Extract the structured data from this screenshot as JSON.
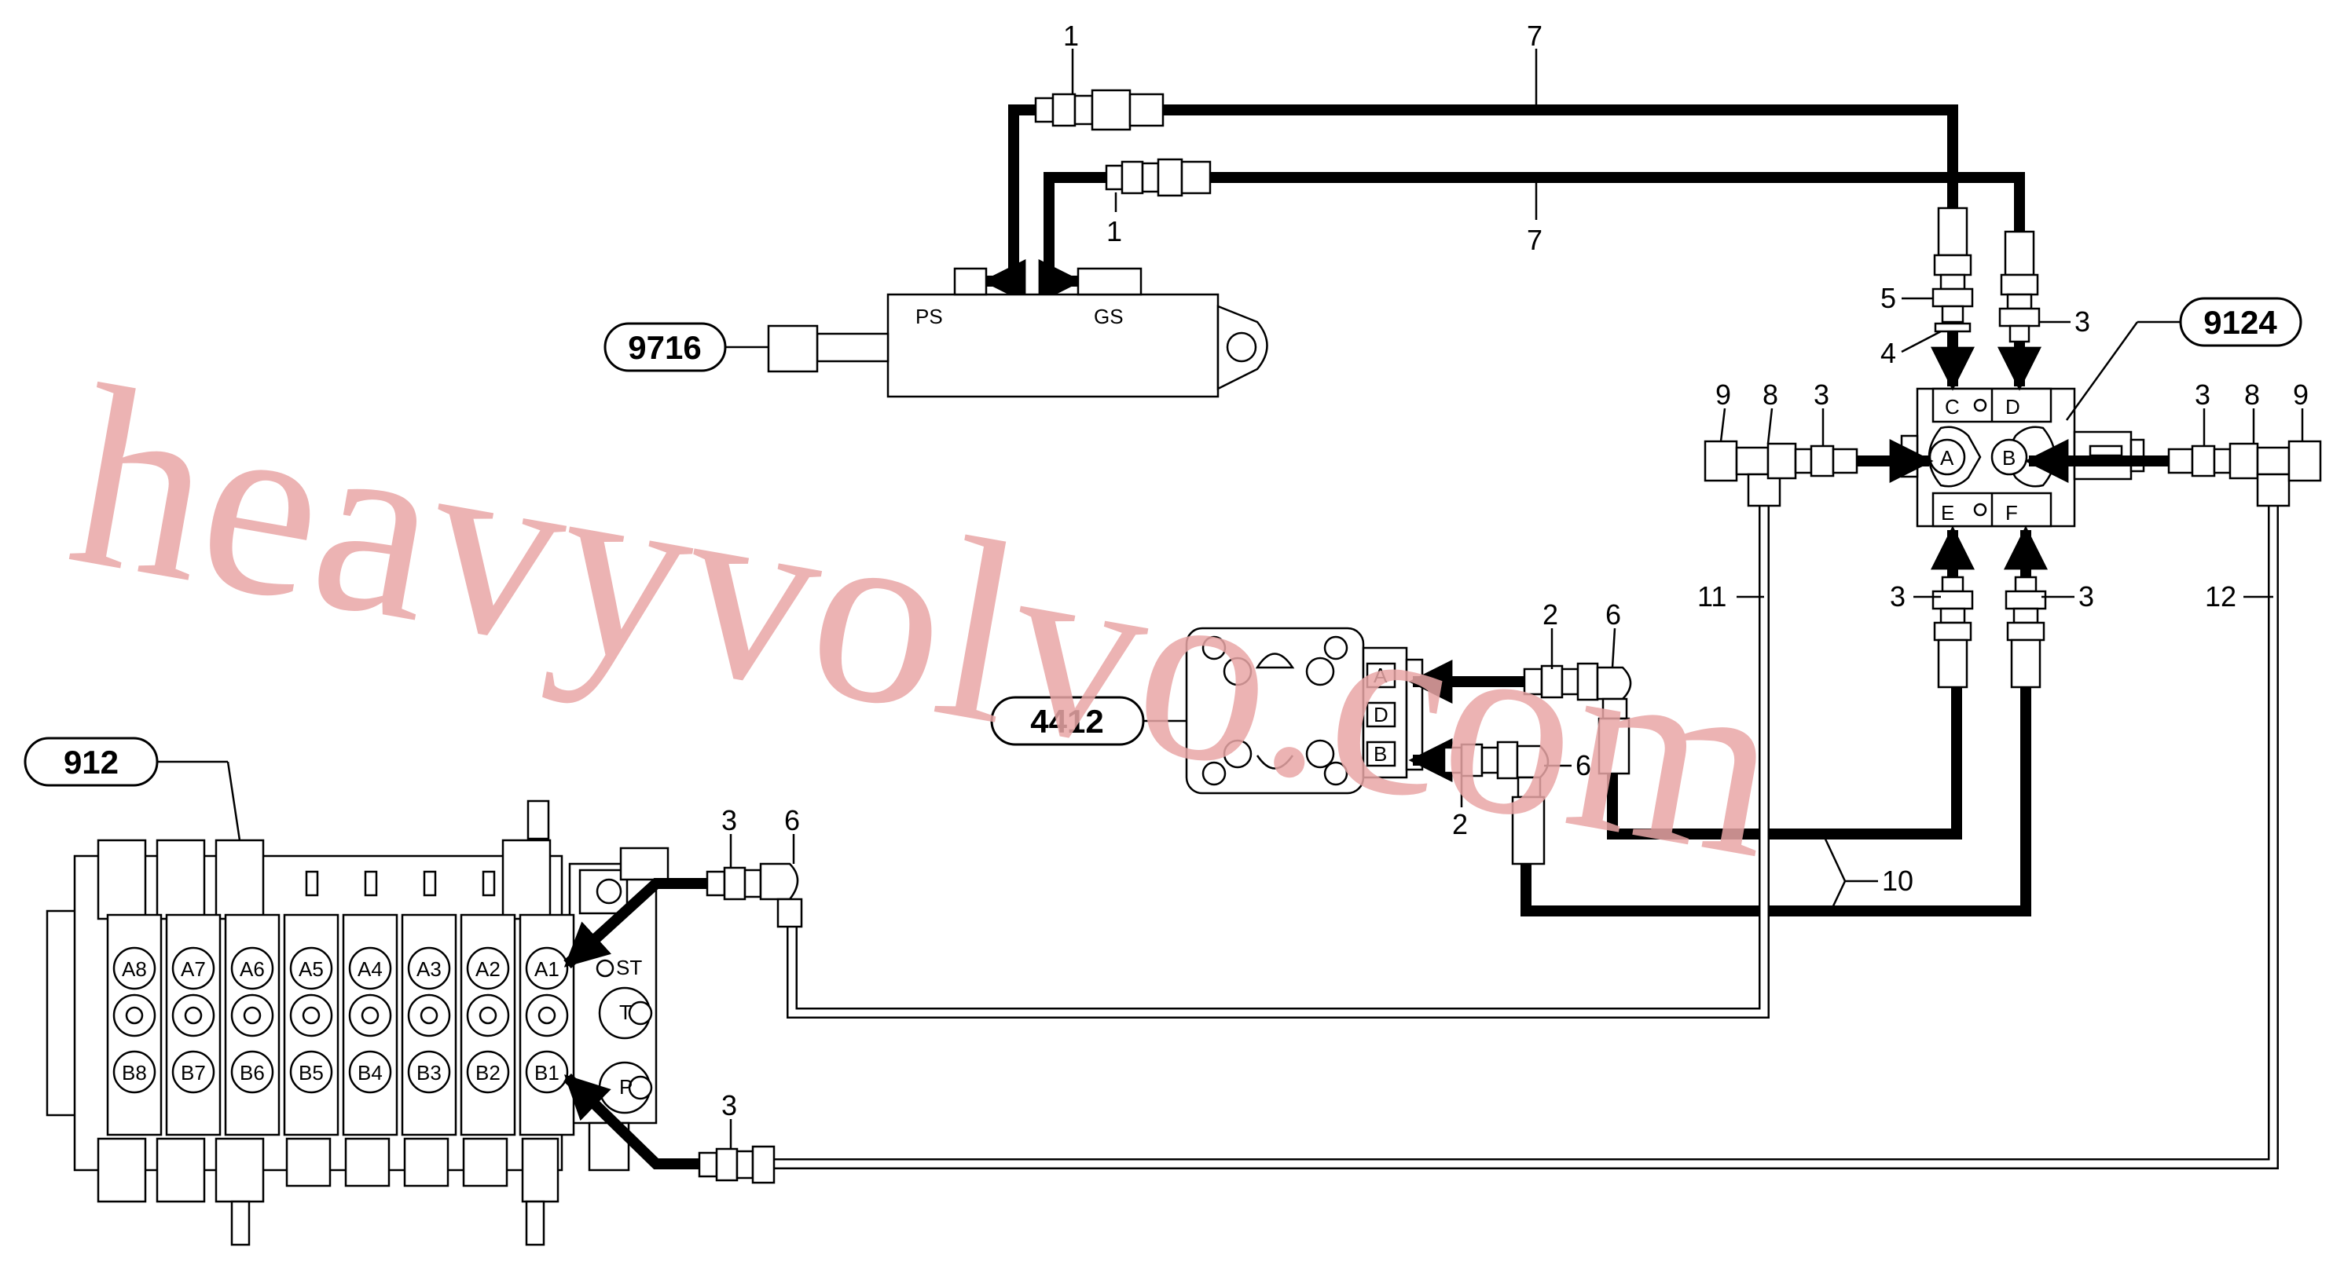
{
  "callouts": {
    "c9716": "9716",
    "c9124": "9124",
    "c4412": "4412",
    "c912": "912"
  },
  "cylinder_ports": {
    "ps": "PS",
    "gs": "GS"
  },
  "valve_ports": {
    "a": "A",
    "b": "B",
    "c": "C",
    "d": "D",
    "e": "E",
    "f": "F"
  },
  "motor_ports": {
    "a": "A",
    "d": "D",
    "b": "B"
  },
  "control_valve": {
    "a_row": [
      "A8",
      "A7",
      "A6",
      "A5",
      "A4",
      "A3",
      "A2",
      "A1"
    ],
    "b_row": [
      "B8",
      "B7",
      "B6",
      "B5",
      "B4",
      "B3",
      "B2",
      "B1"
    ],
    "st": "ST",
    "t": "T",
    "p": "P"
  },
  "item_numbers": {
    "n1a": "1",
    "n1b": "1",
    "n7a": "7",
    "n7b": "7",
    "n5": "5",
    "n4": "4",
    "n3_top": "3",
    "n9_l": "9",
    "n8_l": "8",
    "n3_l": "3",
    "n3_r": "3",
    "n8_r": "8",
    "n9_r": "9",
    "n11": "11",
    "n12": "12",
    "n3_el": "3",
    "n3_er": "3",
    "n2a": "2",
    "n6a": "6",
    "n6b": "6",
    "n2b": "2",
    "n10": "10",
    "n3_cv1": "3",
    "n6_cv": "6",
    "n3_cv2": "3"
  },
  "watermark": "heavyvolvo.com"
}
